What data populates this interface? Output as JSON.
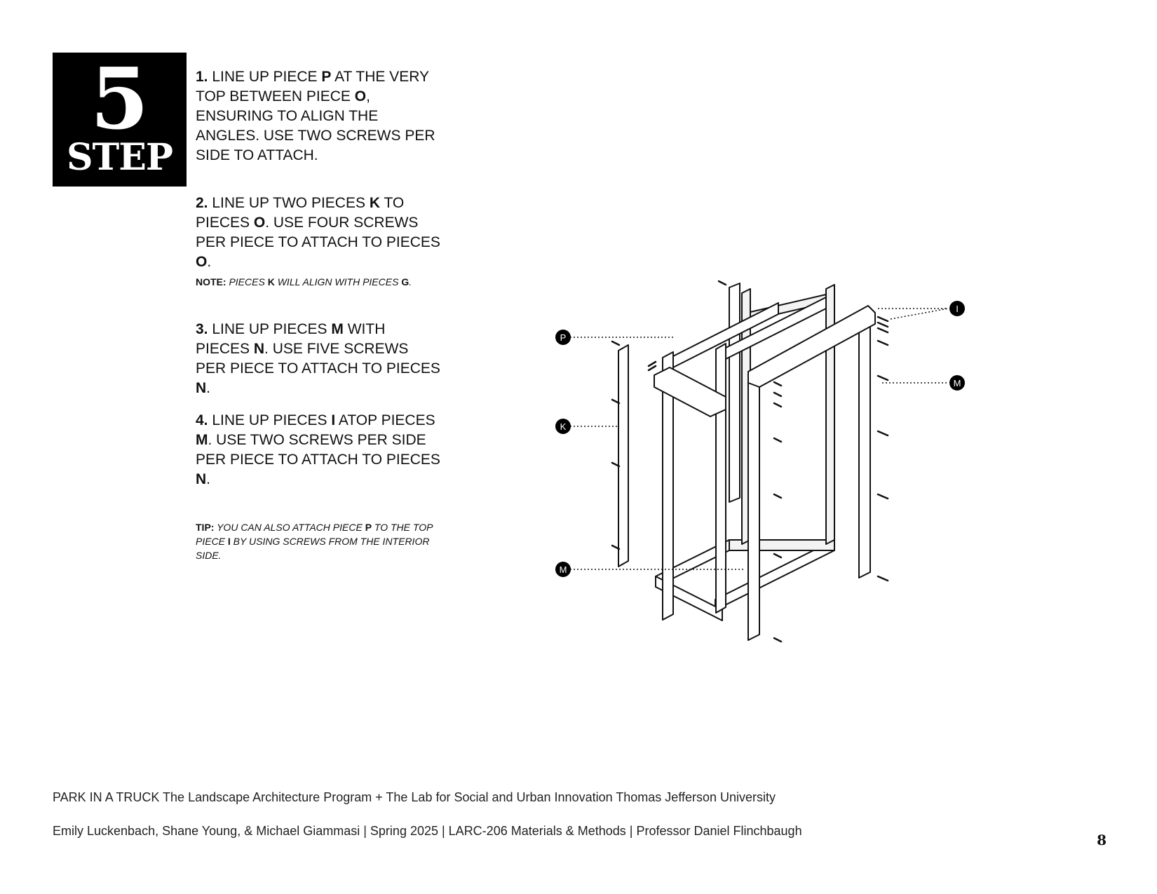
{
  "badge": {
    "number": "5",
    "word": "STEP"
  },
  "steps": [
    {
      "num": "1.",
      "t1": "LINE UP PIECE ",
      "b1": "P",
      "t2": " AT THE VERY TOP BETWEEN PIECE ",
      "b2": "O",
      "t3": ", ENSURING TO ALIGN THE ANGLES. USE TWO SCREWS PER SIDE TO ATTACH."
    },
    {
      "num": "2.",
      "t1": "LINE UP TWO PIECES ",
      "b1": "K",
      "t2": " TO PIECES ",
      "b2": "O",
      "t3": ". USE FOUR SCREWS PER PIECE TO ATTACH TO PIECES ",
      "b3": "O",
      "t4": "."
    },
    {
      "num": "3.",
      "t1": "LINE UP PIECES ",
      "b1": "M",
      "t2": " WITH PIECES ",
      "b2": "N",
      "t3": ". USE FIVE SCREWS PER PIECE TO ATTACH TO PIECES ",
      "b3": "N",
      "t4": "."
    },
    {
      "num": "4.",
      "t1": "LINE UP PIECES ",
      "b1": "I",
      "t2": " ATOP PIECES ",
      "b2": "M",
      "t3": ". USE TWO SCREWS PER SIDE PER PIECE TO ATTACH TO PIECES ",
      "b3": "N",
      "t4": "."
    }
  ],
  "note": {
    "lead": "NOTE:",
    "t1": " PIECES ",
    "b1": "K",
    "t2": " WILL ALIGN WITH PIECES ",
    "b2": "G",
    "t3": "."
  },
  "tip": {
    "lead": "TIP:",
    "t1": " YOU CAN ALSO ATTACH PIECE ",
    "b1": "P",
    "t2": " TO THE TOP PIECE ",
    "b2": "I",
    "t3": " BY USING SCREWS FROM THE INTERIOR SIDE."
  },
  "diagram_labels": {
    "p": "P",
    "k": "K",
    "m_left": "M",
    "i": "I",
    "m_right": "M"
  },
  "footer": {
    "line1": "PARK IN A TRUCK The Landscape Architecture Program + The Lab for Social and Urban Innovation Thomas Jefferson University",
    "line2": "Emily Luckenbach, Shane Young, & Michael Giammasi | Spring 2025 | LARC-206 Materials & Methods | Professor Daniel Flinchbaugh"
  },
  "page_number": "8"
}
